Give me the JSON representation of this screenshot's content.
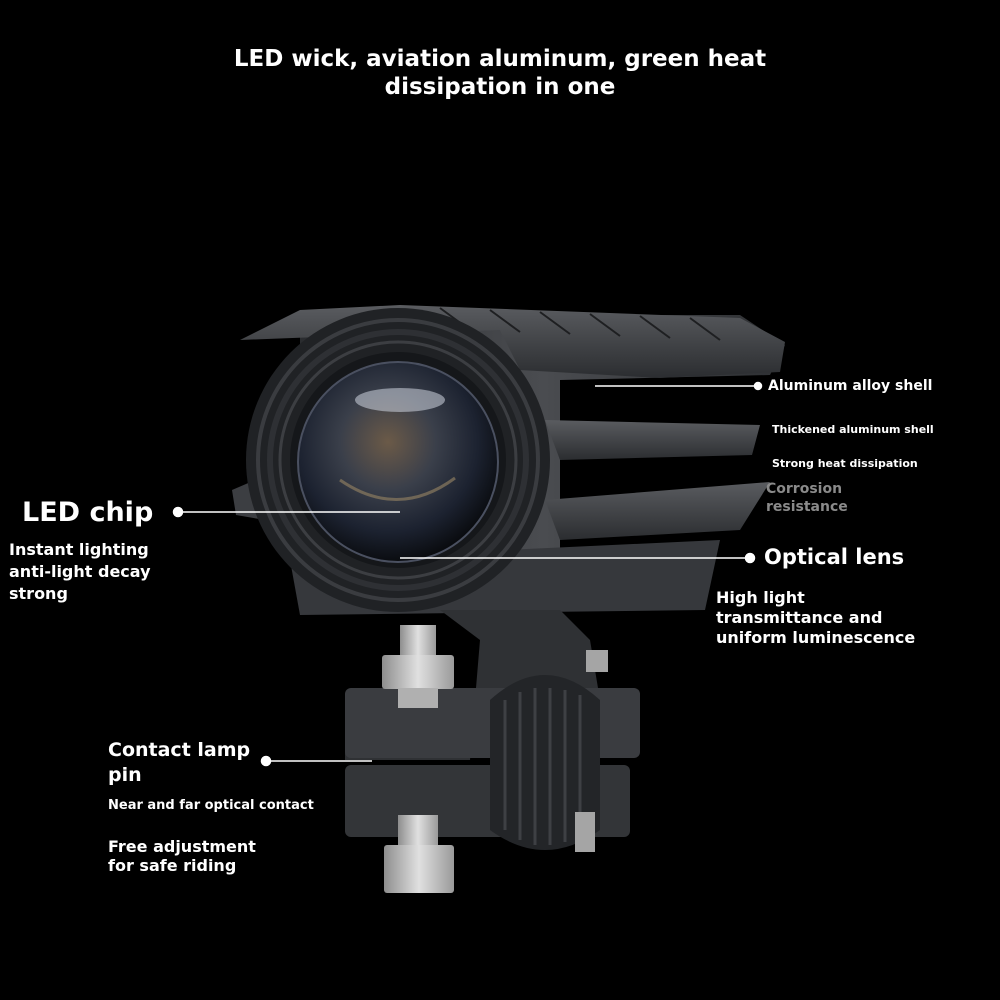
{
  "title": {
    "line1": "LED wick, aviation aluminum, green heat",
    "line2": "dissipation in one"
  },
  "callouts": {
    "led_chip": {
      "label": "LED chip",
      "desc": [
        "Instant lighting",
        "anti-light decay",
        "strong"
      ]
    },
    "aluminum_shell": {
      "label": "Aluminum alloy shell",
      "sub": [
        "Thickened aluminum shell",
        "Strong heat dissipation"
      ],
      "faded": [
        "Corrosion",
        "resistance"
      ]
    },
    "optical_lens": {
      "label": "Optical lens",
      "desc": [
        "High light",
        "transmittance and",
        "uniform luminescence"
      ]
    },
    "contact_pin": {
      "label": [
        "Contact lamp",
        "pin"
      ],
      "sub": "Near and far optical contact",
      "desc": [
        "Free adjustment",
        "for safe riding"
      ]
    }
  },
  "colors": {
    "background": "#000000",
    "text": "#ffffff",
    "faded_text": "#8a8a8a",
    "housing": "#3a3c40",
    "leader_line": "#ffffff"
  }
}
